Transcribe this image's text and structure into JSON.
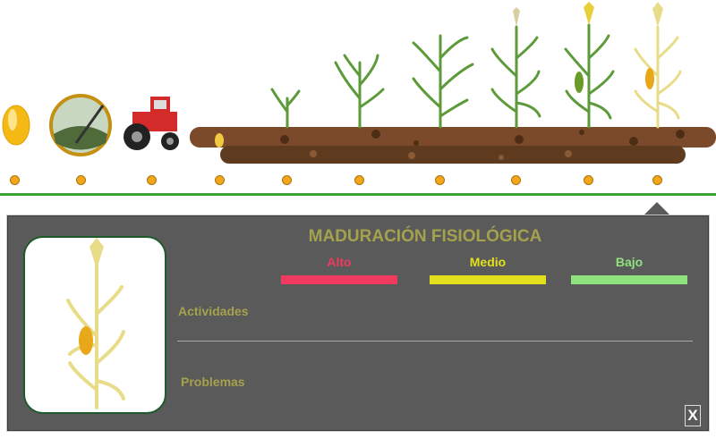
{
  "stages": [
    "seed",
    "soil-preparation",
    "tractor",
    "germination",
    "seedling",
    "v-stage-small",
    "v-stage-large",
    "tasseling",
    "silking",
    "physiological-maturity"
  ],
  "selected_stage": "physiological-maturity",
  "panel": {
    "title": "MADURACIÓN FISIOLÓGICA",
    "levels": [
      {
        "label": "Alto",
        "color": "#f03a5f"
      },
      {
        "label": "Medio",
        "color": "#e2e01c"
      },
      {
        "label": "Bajo",
        "color": "#8fe37f"
      }
    ],
    "activities_label": "Actividades",
    "problems_label": "Problemas",
    "close_label": "X"
  }
}
